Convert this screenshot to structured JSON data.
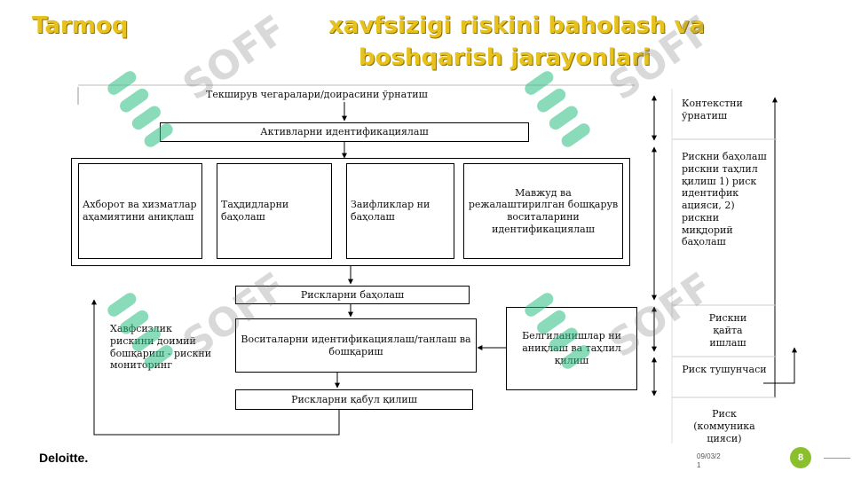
{
  "slide": {
    "title_line1_left": "Tarmoq",
    "title_line1_right": "xavfsizigi   riskini baholash   va",
    "title_line2": "boshqarish jarayonlari"
  },
  "watermark": {
    "text": "SOFF"
  },
  "diagram": {
    "top_label": "Текширув чегаралари/доирасини ўрнатиш",
    "asset_box": "Активларни идентификациялаш",
    "group_boxes": [
      "Ахборот ва хизматлар аҳамиятини аниқлаш",
      "Таҳдидларни баҳолаш",
      "Заифликлар ни баҳолаш",
      "Мавжуд ва режалаштирилган бошқарув воситаларини идентификациялаш"
    ],
    "risk_eval_box": "Рискларни баҳолаш",
    "tools_box": "Воситаларни идентификациялаш/танлаш ва бошқариш",
    "accept_box": "Рискларни қабул қилиш",
    "monitoring_text": "Хавфсизлик рискини доимий бошқариш - рискни мониторинг",
    "uncertainty_box": "Белгиланишлар ни аниқлаш ва таҳлил қилиш",
    "side_labels": [
      "Контекстни ўрнатиш",
      "Рискни баҳолаш рискни таҳлил қилиш 1) риск идентифик ацияси, 2) рискни миқдорий баҳолаш",
      "Рискни қайта ишлаш",
      "Риск тушунчаси",
      "Риск (коммуника цияси)"
    ]
  },
  "footer": {
    "brand": "Deloitte.",
    "date": "09/03/2 1",
    "page_number": "8"
  },
  "colors": {
    "title": "#e8c21c",
    "page_badge": "#8cbf2e",
    "watermark_logo": "#28be82"
  }
}
